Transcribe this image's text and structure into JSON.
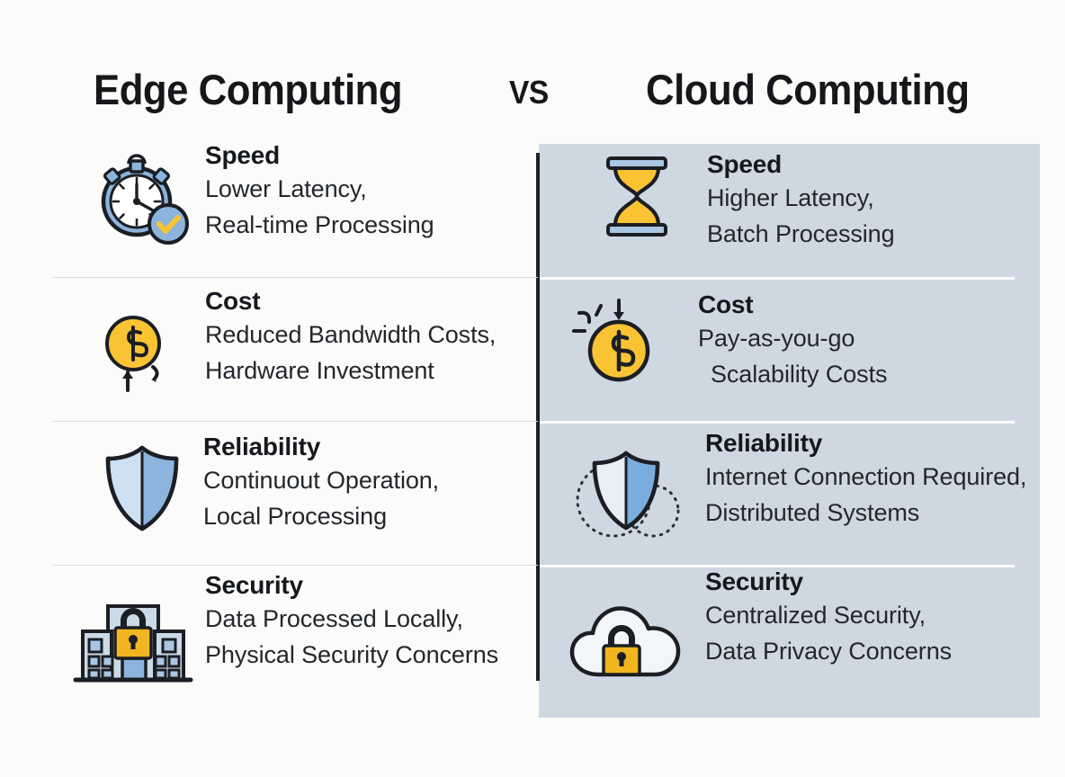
{
  "header": {
    "left_title": "Edge Computing",
    "vs_label": "VS",
    "right_title": "Cloud Computing"
  },
  "colors": {
    "background": "#fbfbfa",
    "panel_background": "#ced8e2",
    "divider": "#1c1f24",
    "separator_left": "#dcdedf",
    "separator_right": "#fdfdfd",
    "accent_blue": "#8cb4dd",
    "accent_yellow": "#f9c333",
    "icon_outline": "#1b1e23",
    "text_dark": "#15181c",
    "text_body": "#23272c"
  },
  "rows": [
    {
      "left": {
        "icon": "stopwatch-icon",
        "title": "Speed",
        "lines": [
          "Lower Latency,",
          "Real-time Processing"
        ]
      },
      "right": {
        "icon": "hourglass-icon",
        "title": "Speed",
        "lines": [
          "Higher Latency,",
          "Batch Processing"
        ]
      }
    },
    {
      "left": {
        "icon": "coin-dollar-up-arrow-icon",
        "title": "Cost",
        "lines": [
          "Reduced Bandwidth Costs,",
          "Hardware Investment"
        ]
      },
      "right": {
        "icon": "coin-dollar-down-arrow-icon",
        "title": "Cost",
        "lines": [
          "Pay-as-you-go",
          "Scalability Costs"
        ]
      }
    },
    {
      "left": {
        "icon": "shield-icon",
        "title": "Reliability",
        "lines": [
          "Continuout Operation,",
          "Local Processing"
        ]
      },
      "right": {
        "icon": "shield-network-icon",
        "title": "Reliability",
        "lines": [
          "Internet Connection Required,",
          "Distributed Systems"
        ]
      }
    },
    {
      "left": {
        "icon": "building-lock-icon",
        "title": "Security",
        "lines": [
          "Data Processed Locally,",
          "Physical Security Concerns"
        ]
      },
      "right": {
        "icon": "cloud-lock-icon",
        "title": "Security",
        "lines": [
          "Centralized Security,",
          "Data Privacy Concerns"
        ]
      }
    }
  ]
}
